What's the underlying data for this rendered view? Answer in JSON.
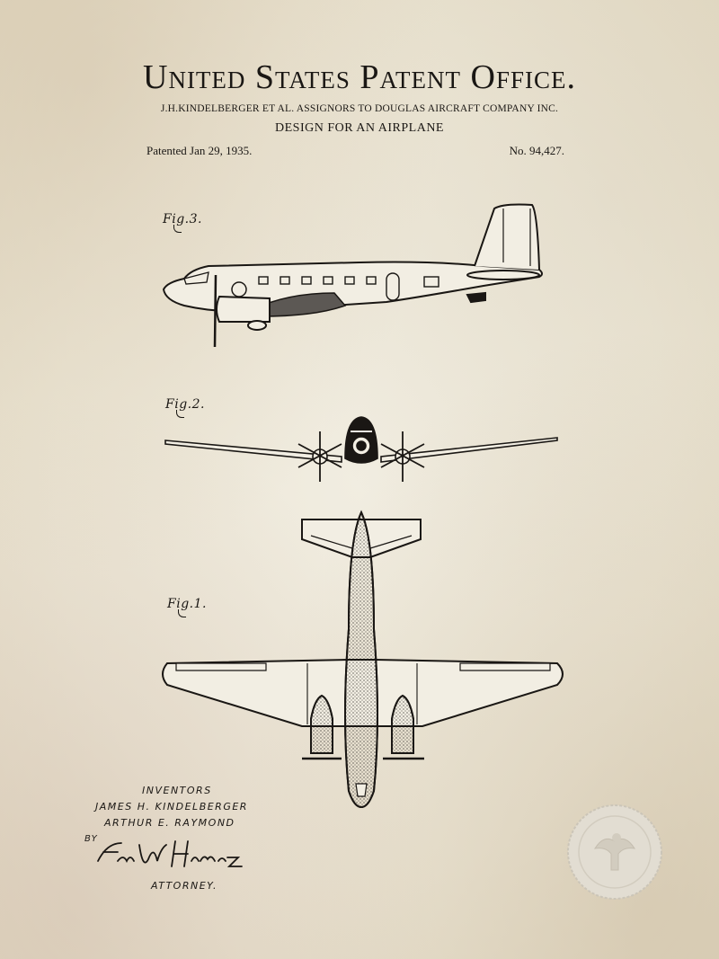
{
  "header": {
    "title": "United States Patent Office.",
    "assignor": "J.H.KINDELBERGER ET AL. ASSIGNORS TO DOUGLAS AIRCRAFT COMPANY INC.",
    "design": "DESIGN FOR AN AIRPLANE",
    "patented": "Patented Jan 29, 1935.",
    "patent_number": "No. 94,427."
  },
  "figures": {
    "fig3": "Fig.3.",
    "fig2": "Fig.2.",
    "fig1": "Fig.1."
  },
  "inventors": {
    "heading": "Inventors",
    "name1": "James H. Kindelberger",
    "name2": "Arthur E. Raymond",
    "by": "By",
    "signature": "Fred W Harris",
    "role": "Attorney."
  },
  "colors": {
    "ink": "#1a1714",
    "paper": "#ece6d6",
    "seal": "#d9d4c8"
  }
}
